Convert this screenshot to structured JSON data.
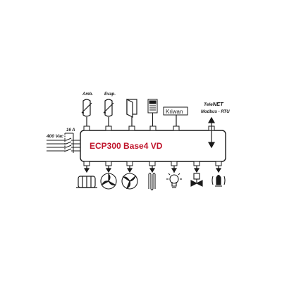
{
  "diagram": {
    "controller_title": "ECP300 Base4 VD",
    "power": {
      "voltage": "400 Vac",
      "fuse": "16 A"
    },
    "inputs": [
      {
        "label": "Amb.",
        "icon": "ntc-probe-icon"
      },
      {
        "label": "Evap.",
        "icon": "ntc-probe-icon"
      },
      {
        "label": "",
        "icon": "door-switch-icon"
      },
      {
        "label": "",
        "icon": "keypad-display-icon"
      },
      {
        "label": "Kriwan",
        "icon": "kriwan-box"
      }
    ],
    "network": {
      "brand_prefix": "Tele",
      "brand_suffix": "NET",
      "protocol": "Modbus - RTU"
    },
    "outputs": [
      {
        "icon": "compressor-icon"
      },
      {
        "icon": "evaporator-fan-icon"
      },
      {
        "icon": "condenser-fan-icon"
      },
      {
        "icon": "defrost-heater-icon"
      },
      {
        "icon": "light-bulb-icon"
      },
      {
        "icon": "valve-icon"
      },
      {
        "icon": "alarm-icon"
      }
    ]
  }
}
